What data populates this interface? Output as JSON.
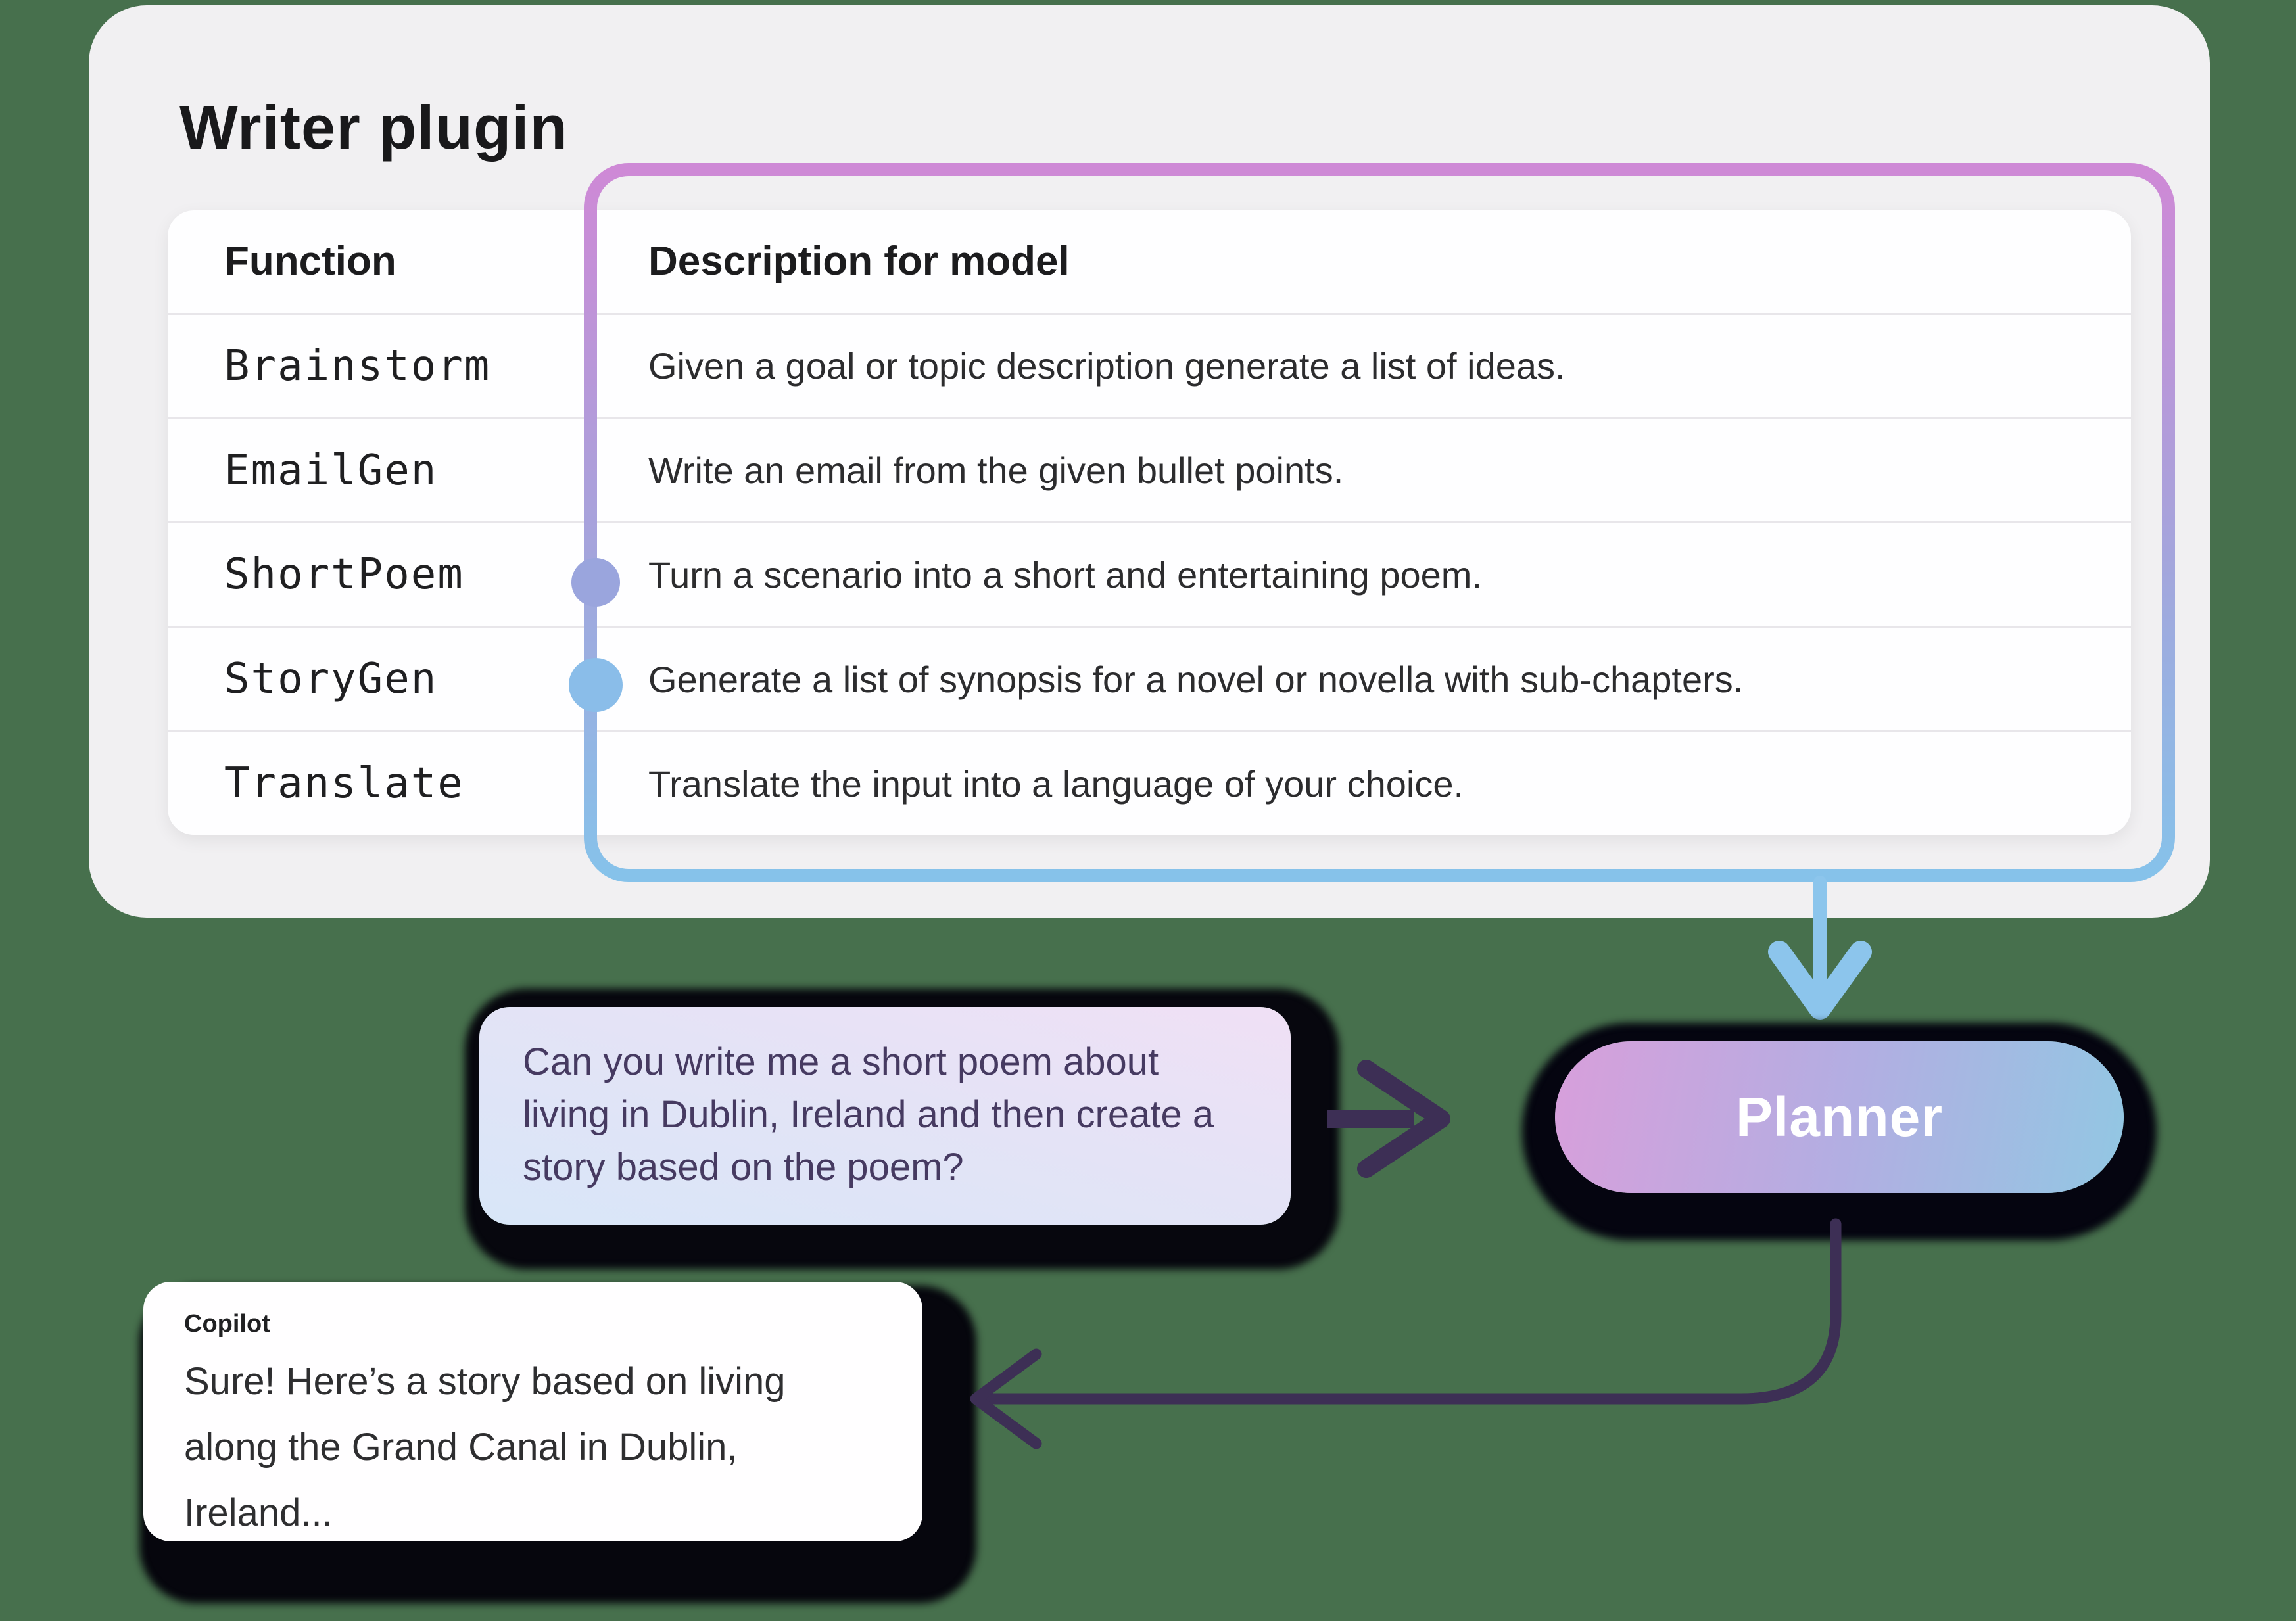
{
  "plugin_card": {
    "title": "Writer plugin",
    "table": {
      "columns": {
        "function": "Function",
        "description": "Description for model"
      },
      "rows": [
        {
          "function": "Brainstorm",
          "description": "Given a goal or topic description generate a list of ideas."
        },
        {
          "function": "EmailGen",
          "description": "Write an email from the given bullet points."
        },
        {
          "function": "ShortPoem",
          "description": "Turn a scenario into a short and entertaining poem."
        },
        {
          "function": "StoryGen",
          "description": "Generate a list of synopsis for a novel or novella with sub-chapters."
        },
        {
          "function": "Translate",
          "description": "Translate the input into a language of your choice."
        }
      ]
    }
  },
  "flow": {
    "user_message": "Can you write me a short poem about living in Dublin, Ireland and then create a story based on the poem?",
    "planner_label": "Planner",
    "copilot_label": "Copilot",
    "copilot_message": "Sure! Here’s a story based on living along the Grand Canal in Dublin, Ireland..."
  },
  "colors": {
    "background": "#47704d",
    "card": "#f1f0f2",
    "highlight_border_top": "#ce89d6",
    "highlight_border_bottom": "#86c2ea",
    "marker_shortpoem": "#9aa5dd",
    "marker_storygen": "#8abde9",
    "blue_arrow": "#8cc5ec",
    "dark_arrow": "#3d2f55",
    "user_text": "#463a61"
  }
}
